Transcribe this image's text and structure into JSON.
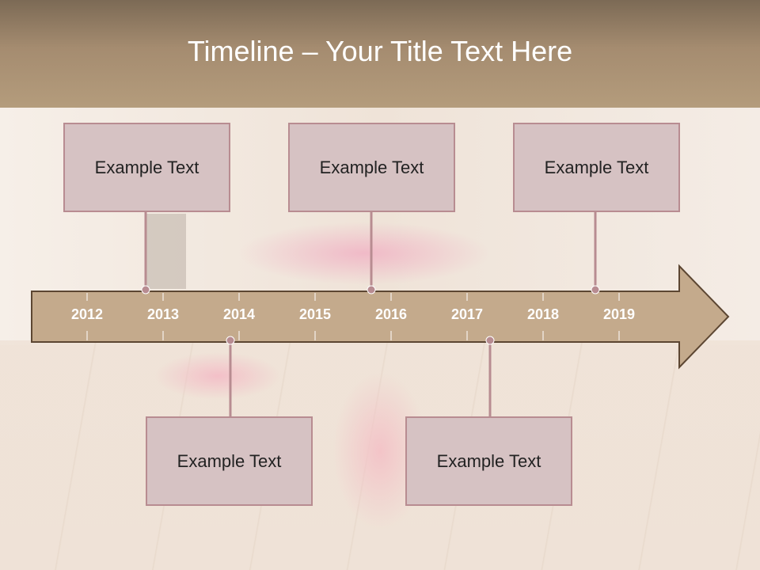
{
  "title": "Timeline – Your Title Text Here",
  "years": [
    "2012",
    "2013",
    "2014",
    "2015",
    "2016",
    "2017",
    "2018",
    "2019"
  ],
  "events_top": [
    "Example Text",
    "Example Text",
    "Example Text"
  ],
  "events_bottom": [
    "Example Text",
    "Example Text"
  ],
  "colors": {
    "header": "#b49c7c",
    "arrow_fill": "#c4aa8c",
    "arrow_stroke": "#5c4632",
    "box_fill": "#d6c2c3",
    "box_border": "#b88c91",
    "year_text": "#ffffff"
  }
}
